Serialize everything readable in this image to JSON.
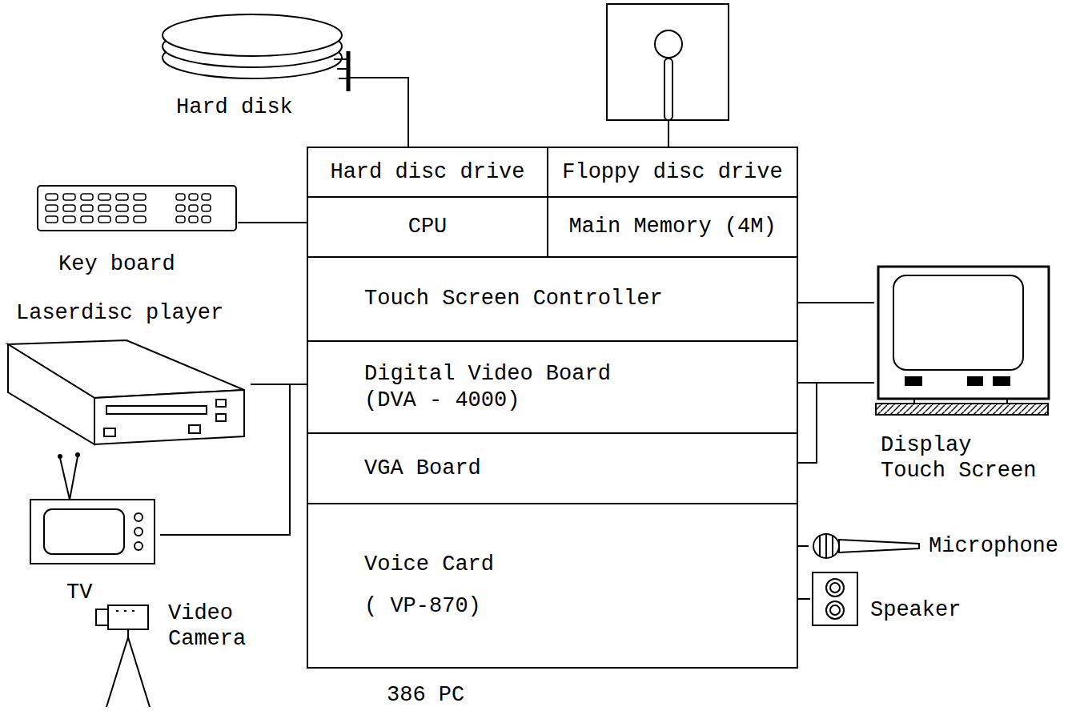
{
  "diagram": {
    "nodes": [
      {
        "text": [
          "Hard disk"
        ]
      },
      {
        "text": [
          "386 PC"
        ]
      },
      {
        "text": [
          "Hard disc drive"
        ],
        "in": 1
      },
      {
        "text": [
          "Floppy disc drive"
        ],
        "in": 1
      },
      {
        "text": [
          "CPU"
        ],
        "in": 1
      },
      {
        "text": [
          "Main Memory (4M)"
        ],
        "in": 1
      },
      {
        "text": [
          "Touch Screen Controller"
        ],
        "in": 1
      },
      {
        "text": [
          "Digital Video Board (DVA - 4000)"
        ],
        "in": 1
      },
      {
        "text": [
          "VGA Board"
        ],
        "in": 1
      },
      {
        "text": [
          "Voice Card ( VP-870)"
        ],
        "in": 1
      },
      {
        "text": [
          "Key board"
        ]
      },
      {
        "text": [
          "Laserdisc player"
        ]
      },
      {
        "text": [
          "TV"
        ]
      },
      {
        "text": [
          "Video Camera"
        ]
      },
      {
        "text": [
          "Display Touch Screen"
        ]
      },
      {
        "text": [
          "Microphone"
        ]
      },
      {
        "text": [
          "Speaker"
        ]
      }
    ],
    "edges": [
      {
        "from": 0,
        "to": 2,
        "arrow": "none"
      },
      {
        "from": 10,
        "to": 4,
        "arrow": "none"
      },
      {
        "from": 11,
        "to": 7,
        "arrow": "none"
      },
      {
        "from": 12,
        "to": 7,
        "arrow": "none"
      },
      {
        "from": 6,
        "to": 14,
        "arrow": "none"
      },
      {
        "from": 7,
        "to": 14,
        "arrow": "none"
      },
      {
        "from": 8,
        "to": 14,
        "arrow": "none"
      },
      {
        "from": 9,
        "to": 15,
        "arrow": "none"
      },
      {
        "from": 9,
        "to": 16,
        "arrow": "none"
      }
    ]
  }
}
